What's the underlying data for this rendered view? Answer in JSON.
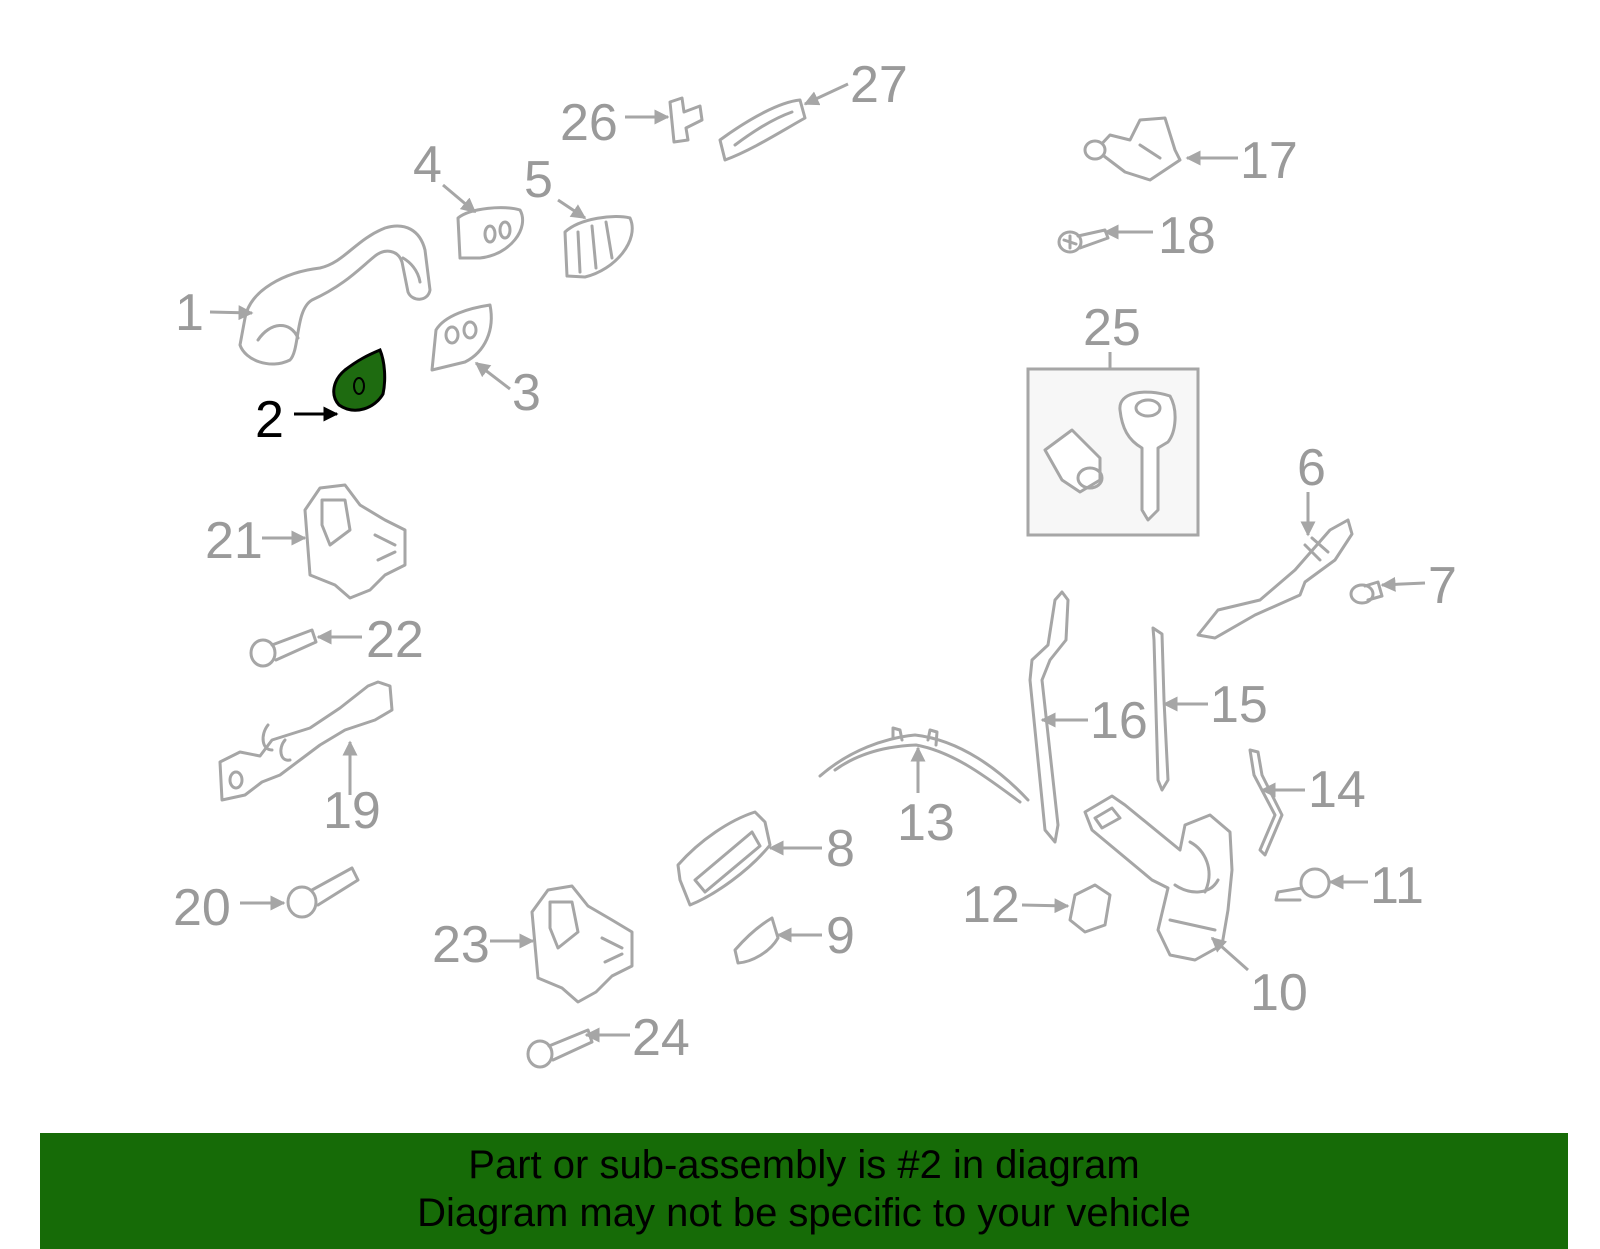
{
  "colors": {
    "part_stroke": "#a6a6a6",
    "label_text": "#9a9a9a",
    "highlight_fill": "#1e6b10",
    "highlight_stroke": "#000000",
    "banner_bg": "#166b07",
    "banner_text": "#000000"
  },
  "highlighted_part": "2",
  "callouts": [
    "1",
    "2",
    "3",
    "4",
    "5",
    "6",
    "7",
    "8",
    "9",
    "10",
    "11",
    "12",
    "13",
    "14",
    "15",
    "16",
    "17",
    "18",
    "19",
    "20",
    "21",
    "22",
    "23",
    "24",
    "25",
    "26",
    "27"
  ],
  "banner": {
    "line1": "Part or sub-assembly is #2 in diagram",
    "line2": "Diagram may not be specific to your vehicle"
  }
}
